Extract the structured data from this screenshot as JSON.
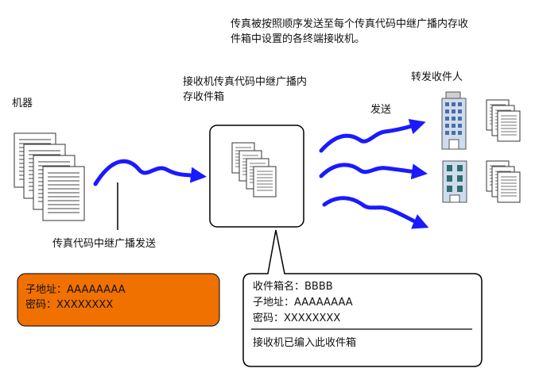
{
  "header": {
    "line1": "传真被按照顺序发送至每个传真代码中继广播内存收",
    "line2": "件箱中设置的各终端接收机。"
  },
  "labels": {
    "machine": "机器",
    "receiver_box_line1": "接收机传真代码中继广播内",
    "receiver_box_line2": "存收件箱",
    "forward_recipients": "转发收件人",
    "send": "发送",
    "relay_broadcast_send": "传真代码中继广播发送"
  },
  "sender_info": {
    "sub_address": "子地址：AAAAAAAA",
    "password": "密码：XXXXXXXX"
  },
  "mailbox_info": {
    "box_name": "收件箱名：BBBB",
    "sub_address": "子地址：AAAAAAAA",
    "password": "密码：XXXXXXXX",
    "note": "接收机已编入此收件箱"
  },
  "colors": {
    "arrow": "#1a1aff",
    "sender_box": "#f07000",
    "building": "#b9cde8"
  }
}
